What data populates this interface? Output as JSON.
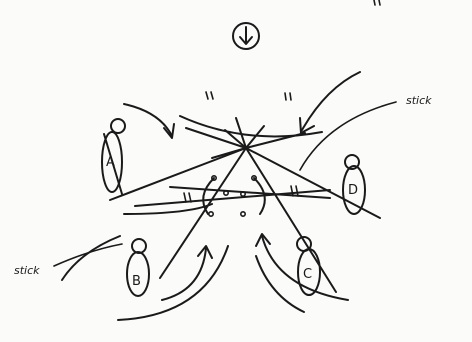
{
  "figures": [
    {
      "id": "A",
      "label": "A"
    },
    {
      "id": "B",
      "label": "B"
    },
    {
      "id": "C",
      "label": "C"
    },
    {
      "id": "D",
      "label": "D"
    }
  ],
  "annotations": {
    "stick_right": "stick",
    "stick_left": "stick"
  },
  "icons": {
    "top_symbol": "circled-down-arrow-icon"
  }
}
